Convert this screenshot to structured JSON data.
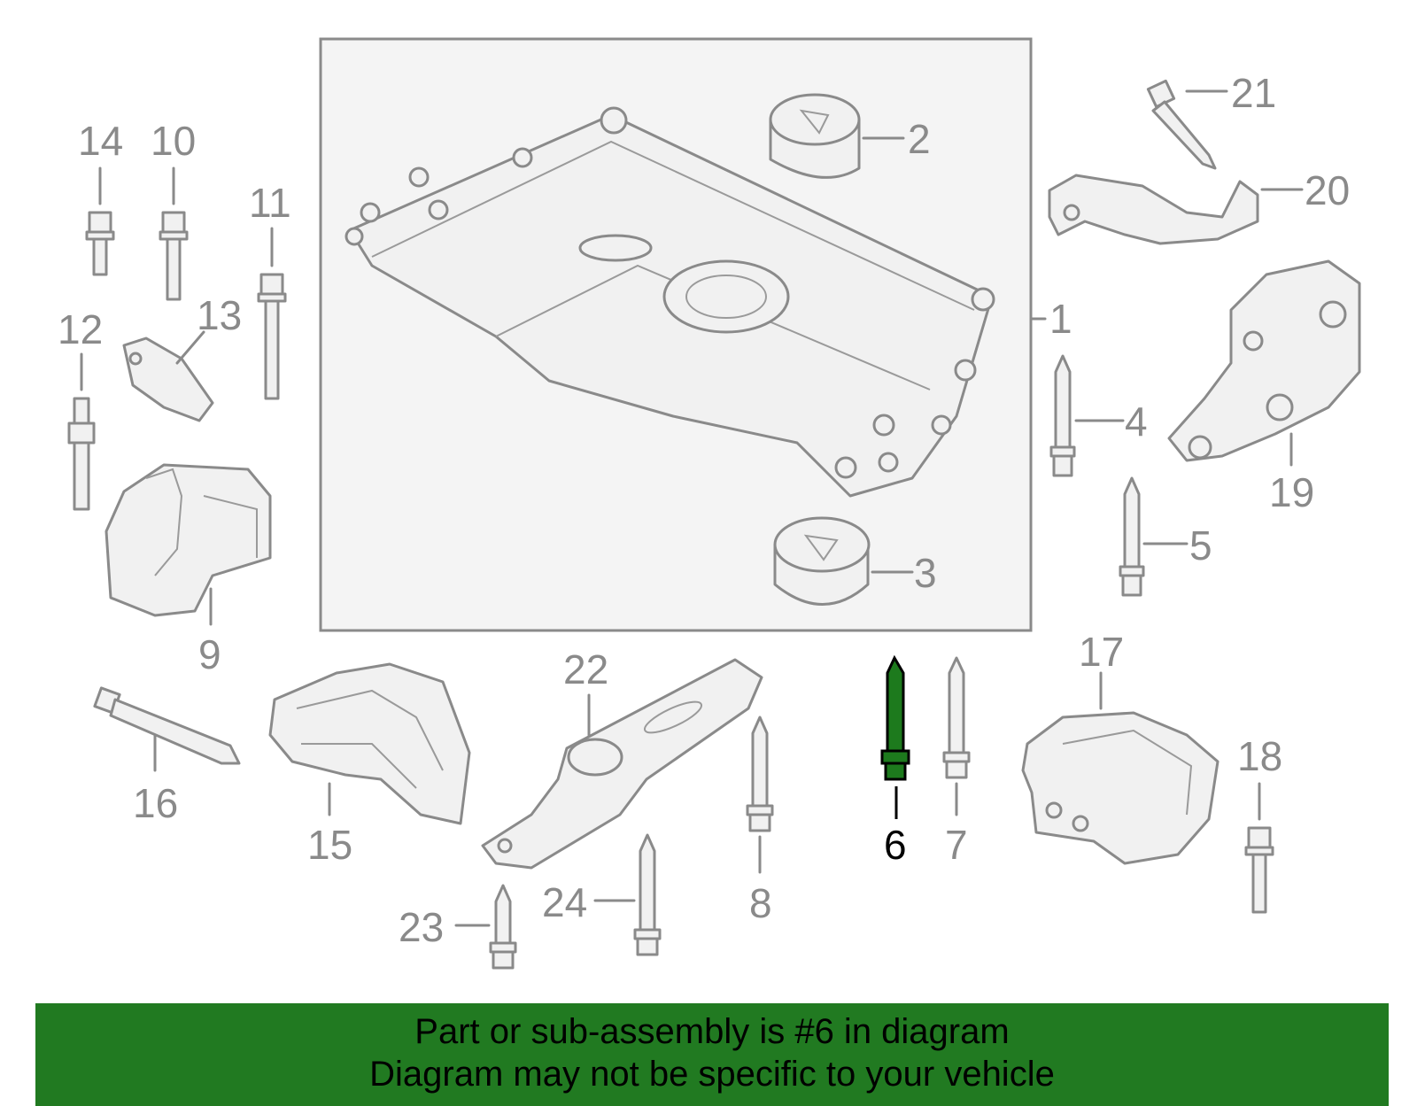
{
  "highlighted_part": "6",
  "callouts": [
    "1",
    "2",
    "3",
    "4",
    "5",
    "6",
    "7",
    "8",
    "9",
    "10",
    "11",
    "12",
    "13",
    "14",
    "15",
    "16",
    "17",
    "18",
    "19",
    "20",
    "21",
    "22",
    "23",
    "24"
  ],
  "banner": {
    "line1": "Part or sub-assembly is #6 in diagram",
    "line2": "Diagram may not be specific to your vehicle",
    "color": "#217a21"
  },
  "colors": {
    "parts": "#8a8a8a",
    "highlight": "#1d7a1d"
  }
}
